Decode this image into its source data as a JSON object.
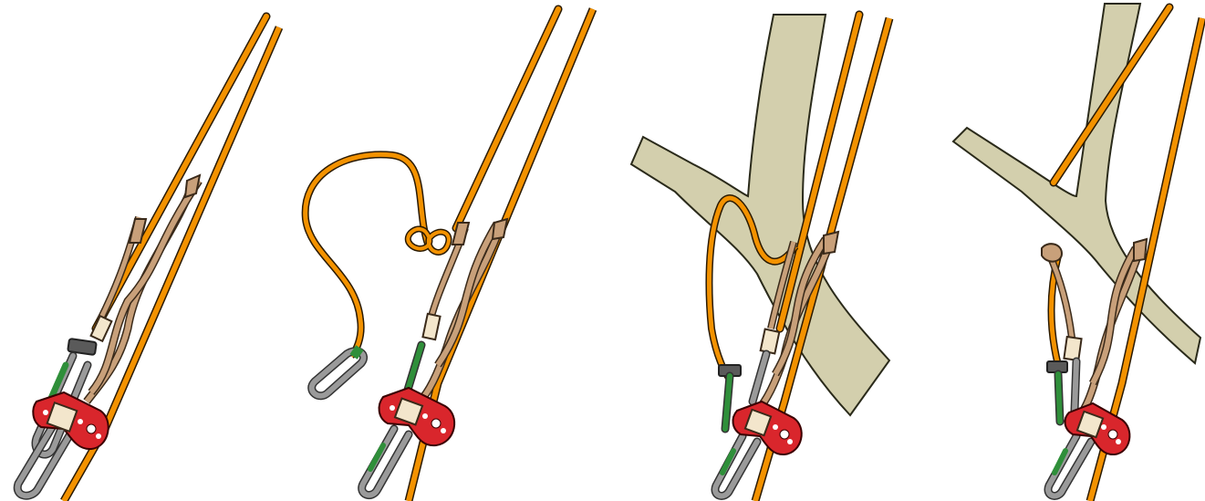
{
  "figure": {
    "panels": [
      {
        "id": "panel-1",
        "description_hidden": ""
      },
      {
        "id": "panel-2",
        "description_hidden": ""
      },
      {
        "id": "panel-3",
        "description_hidden": ""
      },
      {
        "id": "panel-4",
        "description_hidden": ""
      }
    ]
  },
  "palette": {
    "rope_orange": "#f39200",
    "rope_outline": "#2a1a00",
    "prusik_tan": "#c8a07a",
    "carabiner_gray": "#9a9a9a",
    "carabiner_green": "#2f8f3a",
    "pulley_red": "#d9262c",
    "sling_cream": "#f3e6cc",
    "tree_khaki": "#d3cfad",
    "collar_dark": "#5a5a5a"
  }
}
